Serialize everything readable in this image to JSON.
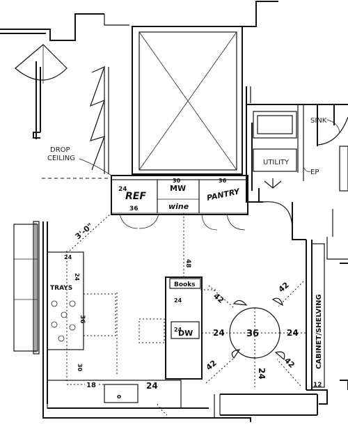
{
  "labels": {
    "drop_ceiling_line1": "DROP",
    "drop_ceiling_line2": "CEILING",
    "sink": "SINK",
    "utility": "UTILITY",
    "ep": "EP",
    "ref": "REF",
    "mw": "MW",
    "wine": "wine",
    "pantry": "PANTRY",
    "dim_30": "30",
    "dim_36_top": "36",
    "dim_36_ref": "36",
    "dim_24_ref": "24",
    "dim_3_0": "3'-0\"",
    "dim_48": "48",
    "trays": "TRAYS",
    "books": "Books",
    "dw": "DW",
    "cabinet_shelving": "CABINET/SHELVING",
    "dim_24_a": "24",
    "dim_24_b": "24",
    "dim_24_c": "24",
    "dim_24_d": "24",
    "dim_24_e": "24",
    "dim_24_f": "24",
    "dim_24_bottom": "24",
    "dim_24_bottom2": "24",
    "dim_36_table": "36",
    "dim_36_range": "36",
    "dim_30_island": "30",
    "dim_18": "18",
    "dim_12": "12",
    "dim_42_a": "42",
    "dim_42_b": "42",
    "dim_42_c": "42",
    "dim_42_d": "42",
    "sink_symbol": "o"
  }
}
